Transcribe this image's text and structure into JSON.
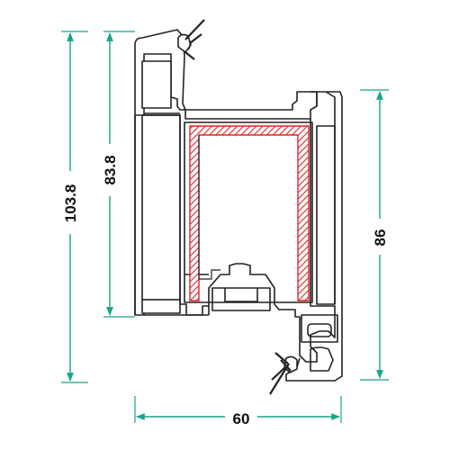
{
  "dimensions": {
    "total_height": "103.8",
    "sash_height": "83.8",
    "frame_height": "86",
    "width": "60"
  },
  "colors": {
    "dimension_line": "#17a589",
    "profile_outline": "#222222",
    "reinforcement": "#e0262b",
    "background": "#ffffff"
  },
  "icons": {
    "gasket_top": "gasket-icon",
    "gasket_bottom": "gasket-icon"
  }
}
